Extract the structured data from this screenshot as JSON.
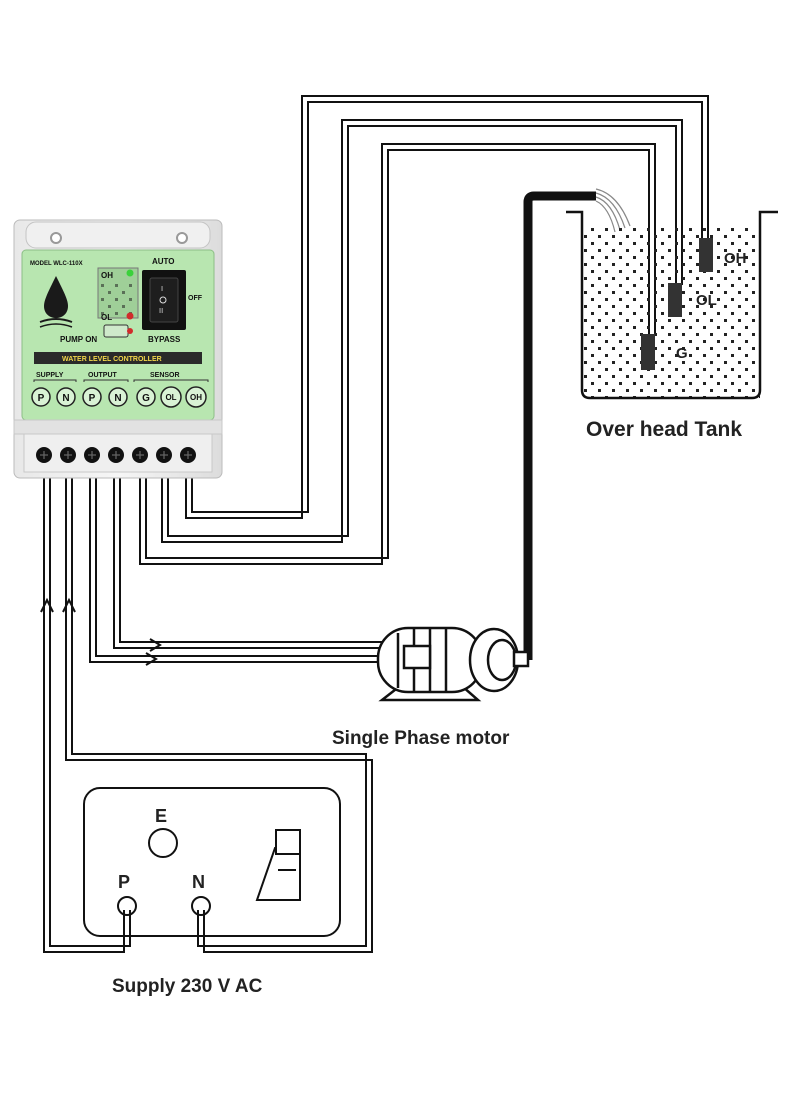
{
  "device": {
    "model": "MODEL WLC-110X",
    "auto_label": "AUTO",
    "off_label": "OFF",
    "oh_label": "OH",
    "ol_label": "OL",
    "pump_on_label": "PUMP ON",
    "bypass_label": "BYPASS",
    "banner": "WATER LEVEL CONTROLLER",
    "groups": [
      "SUPPLY",
      "OUTPUT",
      "SENSOR"
    ],
    "terminals": [
      "P",
      "N",
      "P",
      "N",
      "G",
      "OL",
      "OH"
    ],
    "panel_color": "#b8e6b0",
    "banner_color": "#2a2a2a",
    "banner_text_color": "#f2d64b"
  },
  "tank": {
    "title": "Over head Tank",
    "probes": [
      "OH",
      "OL",
      "G"
    ]
  },
  "motor": {
    "title": "Single Phase motor"
  },
  "supply": {
    "title": "Supply 230 V AC",
    "earth": "E",
    "phase": "P",
    "neutral": "N"
  }
}
